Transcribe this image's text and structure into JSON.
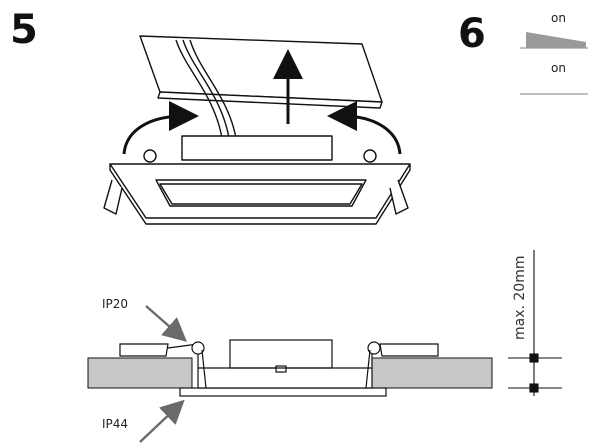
{
  "steps": {
    "step5": "5",
    "step6": "6"
  },
  "switch": {
    "top_label": "on",
    "bottom_label": "on"
  },
  "labels": {
    "ip20": "IP20",
    "ip44": "IP44",
    "max_depth": "max. 20mm"
  },
  "colors": {
    "line": "#111111",
    "ceiling": "#c8c8c8",
    "arrow": "#6a6a6a",
    "switch_fill": "#9a9a9a"
  }
}
